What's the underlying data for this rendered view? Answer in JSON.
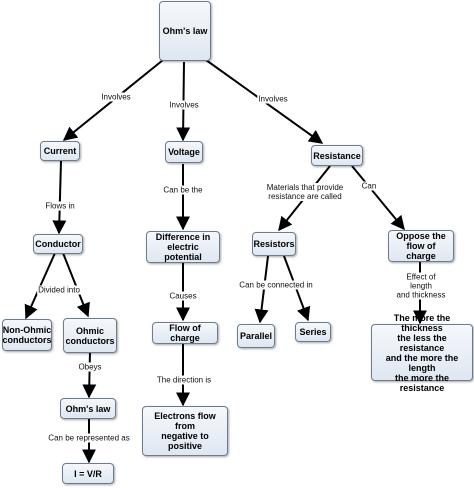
{
  "nodes": {
    "ohms_law_top": "Ohm's law",
    "current": "Current",
    "voltage": "Voltage",
    "resistance": "Resistance",
    "conductor": "Conductor",
    "difference_potential": "Difference in\nelectric potential",
    "resistors": "Resistors",
    "oppose_flow": "Oppose the\nflow of charge",
    "non_ohmic": "Non-Ohmic\nconductors",
    "ohmic": "Ohmic\nconductors",
    "flow_of_charge": "Flow of charge",
    "parallel": "Parallel",
    "series": "Series",
    "more_thickness": "The more the thickness\nthe less the resistance\nand the more the length\nthe more the resistance",
    "ohms_law_lower": "Ohm's law",
    "electrons_flow": "Electrons flow\nfrom\nnegative to positive",
    "formula": "I = V/R"
  },
  "links": {
    "involves_current": "Involves",
    "involves_voltage": "Involves",
    "involves_resistance": "Involves",
    "flows_in": "Flows in",
    "can_be_the": "Can be the",
    "materials_resistance": "Materials that provide\nresistance are called",
    "can": "Can",
    "divided_into": "Divided into",
    "causes": "Causes",
    "can_be_connected_in": "Can be connected in",
    "effect_length_thickness": "Effect of length\nand thickness",
    "obeys": "Obeys",
    "the_direction_is": "The direction is",
    "can_be_represented_as": "Can be represented as"
  }
}
